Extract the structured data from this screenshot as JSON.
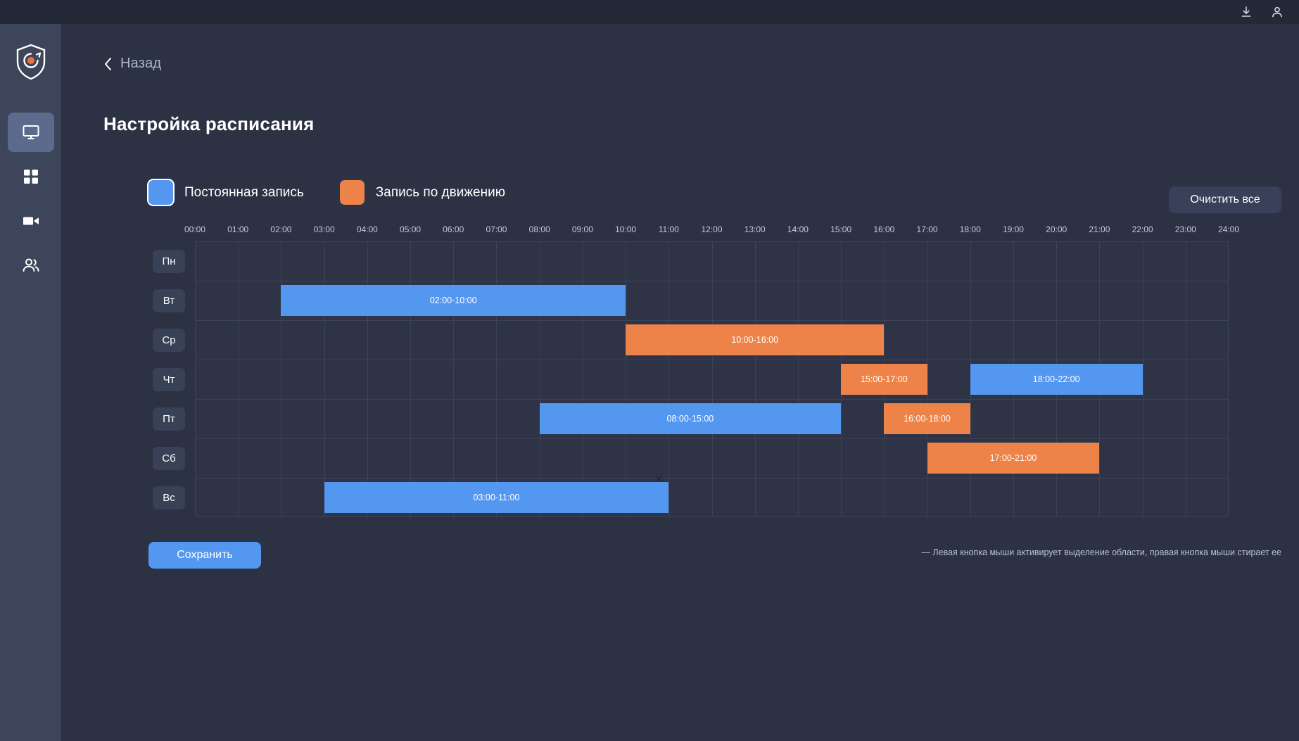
{
  "theme": {
    "bg": "#2c3244",
    "topbar_bg": "#232937",
    "sidebar_bg": "#3c4559",
    "grid_bg": "#2e3446",
    "grid_line": "#3b4357",
    "accent_blue": "#5497f0",
    "accent_orange": "#ed8348",
    "chip_bg": "#394156",
    "text_primary": "#ffffff",
    "text_muted": "#aab6d0"
  },
  "topbar": {
    "icons": [
      {
        "name": "download-icon",
        "glyph": "download"
      },
      {
        "name": "user-account-icon",
        "glyph": "user"
      }
    ]
  },
  "sidebar": {
    "logo_name": "brand-shield-logo",
    "items": [
      {
        "name": "sidebar-item-monitor",
        "icon": "monitor-icon",
        "active": true
      },
      {
        "name": "sidebar-item-apps",
        "icon": "grid-apps-icon",
        "active": false
      },
      {
        "name": "sidebar-item-camera",
        "icon": "video-camera-icon",
        "active": false
      },
      {
        "name": "sidebar-item-users",
        "icon": "users-icon",
        "active": false
      }
    ]
  },
  "header": {
    "back_label": "Назад",
    "title": "Настройка расписания"
  },
  "legend": [
    {
      "label": "Постоянная запись",
      "color": "#5497f0",
      "selected": true,
      "name": "legend-continuous-recording"
    },
    {
      "label": "Запись по движению",
      "color": "#ed8348",
      "selected": false,
      "name": "legend-motion-recording"
    }
  ],
  "actions": {
    "clear_all_label": "Очистить все",
    "save_label": "Сохранить"
  },
  "hint": "— Левая кнопка мыши активирует выделение области, правая кнопка мыши стирает ее",
  "chart_data": {
    "type": "timeline",
    "title": "Настройка расписания",
    "x_ticks": [
      "00:00",
      "01:00",
      "02:00",
      "03:00",
      "04:00",
      "05:00",
      "06:00",
      "07:00",
      "08:00",
      "09:00",
      "10:00",
      "11:00",
      "12:00",
      "13:00",
      "14:00",
      "15:00",
      "16:00",
      "17:00",
      "18:00",
      "19:00",
      "20:00",
      "21:00",
      "22:00",
      "23:00",
      "24:00"
    ],
    "xlim": [
      0,
      24
    ],
    "rows": [
      "Пн",
      "Вт",
      "Ср",
      "Чт",
      "Пт",
      "Сб",
      "Вс"
    ],
    "grid": true,
    "legend_position": "top-left",
    "series": [
      {
        "name": "Постоянная запись",
        "color": "#5497f0"
      },
      {
        "name": "Запись по движению",
        "color": "#ed8348"
      }
    ],
    "blocks": [
      {
        "day": "Пн",
        "day_index": 0,
        "blocks": []
      },
      {
        "day": "Вт",
        "day_index": 1,
        "blocks": [
          {
            "label": "02:00-10:00",
            "start": 2,
            "end": 10,
            "type": "Постоянная запись",
            "color": "#5497f0",
            "selected": false
          }
        ]
      },
      {
        "day": "Ср",
        "day_index": 2,
        "blocks": [
          {
            "label": "10:00-16:00",
            "start": 10,
            "end": 16,
            "type": "Запись по движению",
            "color": "#ed8348",
            "selected": false
          }
        ]
      },
      {
        "day": "Чт",
        "day_index": 3,
        "blocks": [
          {
            "label": "15:00-17:00",
            "start": 15,
            "end": 17,
            "type": "Запись по движению",
            "color": "#ed8348",
            "selected": false
          },
          {
            "label": "18:00-22:00",
            "start": 18,
            "end": 22,
            "type": "Постоянная запись",
            "color": "#5497f0",
            "selected": false
          }
        ]
      },
      {
        "day": "Пт",
        "day_index": 4,
        "blocks": [
          {
            "label": "08:00-15:00",
            "start": 8,
            "end": 15,
            "type": "Постоянная запись",
            "color": "#5497f0",
            "selected": false
          },
          {
            "label": "16:00-18:00",
            "start": 16,
            "end": 18,
            "type": "Запись по движению",
            "color": "#ed8348",
            "selected": false
          }
        ]
      },
      {
        "day": "Сб",
        "day_index": 5,
        "blocks": [
          {
            "label": "17:00-21:00",
            "start": 17,
            "end": 21,
            "type": "Запись по движению",
            "color": "#ed8348",
            "selected": false
          }
        ]
      },
      {
        "day": "Вс",
        "day_index": 6,
        "blocks": [
          {
            "label": "03:00-11:00",
            "start": 3,
            "end": 11,
            "type": "Постоянная запись",
            "color": "#5497f0",
            "selected": true,
            "close_glyph": "✕"
          }
        ]
      }
    ]
  }
}
